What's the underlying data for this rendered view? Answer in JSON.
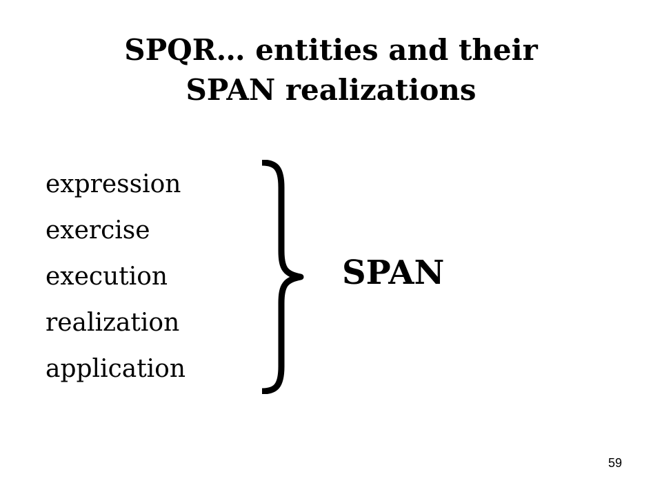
{
  "slide": {
    "title_lines": [
      "SPQR… entities and their",
      "SPAN realizations"
    ],
    "terms": [
      "expression",
      "exercise",
      "execution",
      "realization",
      "application"
    ],
    "target_label": "SPAN",
    "page_number": "59"
  }
}
